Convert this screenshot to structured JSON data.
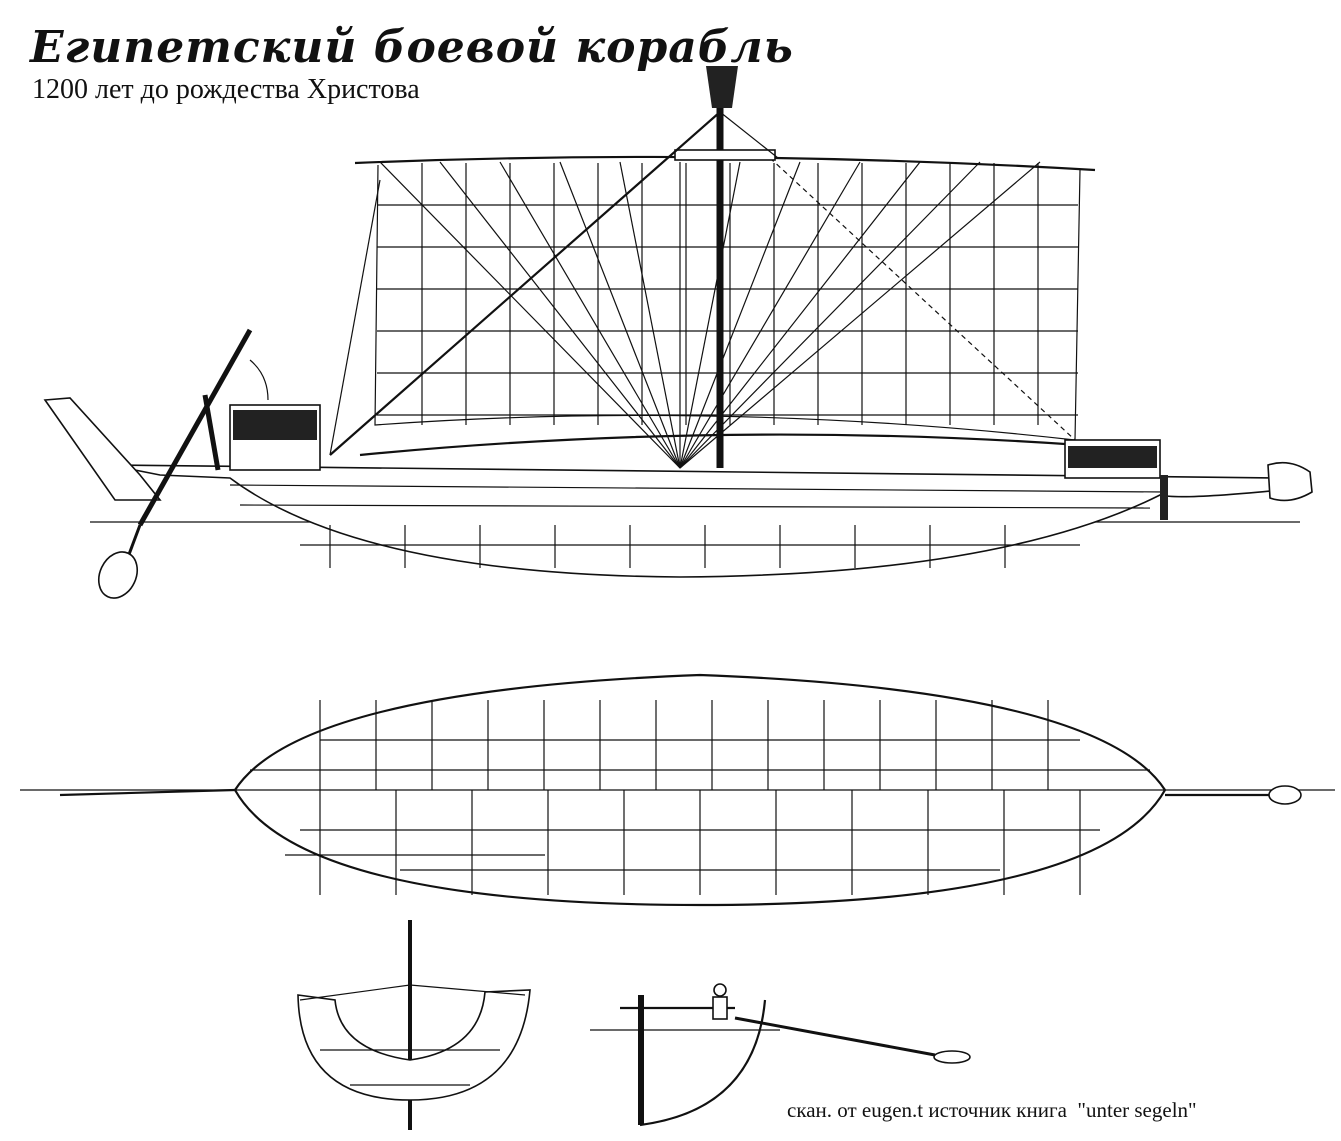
{
  "title": "Египетский боевой корабль",
  "subtitle": "1200 лет до рождества Христова",
  "credit": "скан. от eugen.t источник книга  \"unter segeln\"",
  "colors": {
    "ink": "#111111",
    "paper": "#ffffff"
  }
}
